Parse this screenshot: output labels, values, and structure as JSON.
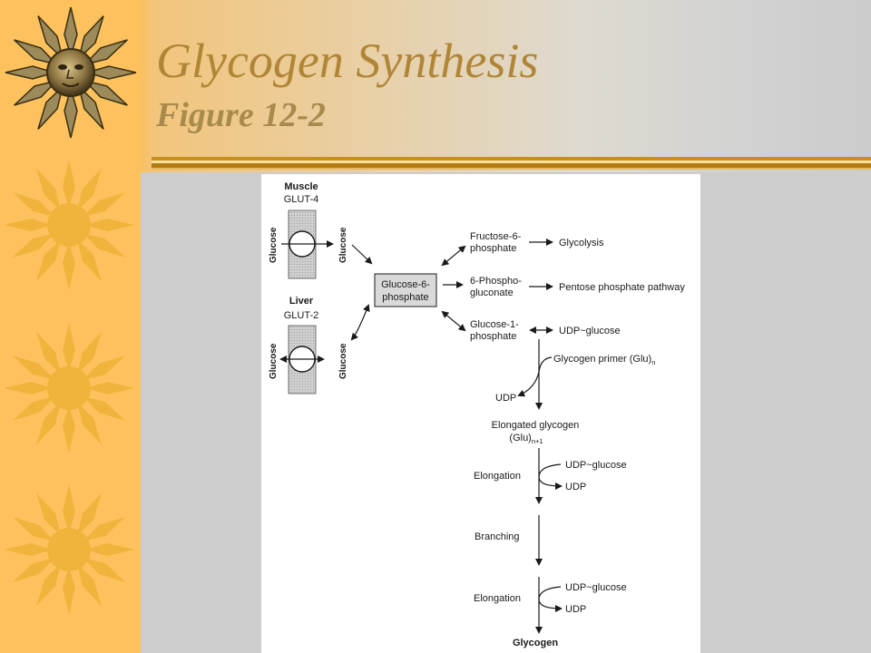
{
  "slide": {
    "title": "Glycogen Synthesis",
    "subtitle": "Figure 12-2"
  },
  "colors": {
    "sidebar": "#fdc25e",
    "sun_yellow": "#f3b53a",
    "title_text": "#b08636",
    "rule_gold": "#c98f1c",
    "figure_bg": "#ffffff"
  },
  "icons": [
    "sun-face-icon",
    "sun-icon"
  ],
  "diagram": {
    "muscle": {
      "label": "Muscle",
      "transporter": "GLUT-4",
      "in": "Glucose",
      "out": "Glucose"
    },
    "liver": {
      "label": "Liver",
      "transporter": "GLUT-2",
      "in": "Glucose",
      "out": "Glucose"
    },
    "hub": {
      "line1": "Glucose-6-",
      "line2": "phosphate"
    },
    "branches": [
      {
        "line1": "Fructose-6-",
        "line2": "phosphate",
        "product": "Glycolysis"
      },
      {
        "line1": "6-Phospho-",
        "line2": "gluconate",
        "product": "Pentose phosphate pathway"
      },
      {
        "line1": "Glucose-1-",
        "line2": "phosphate",
        "product": "UDP~glucose"
      }
    ],
    "primer": {
      "text": "Glycogen primer (Glu)",
      "sub": "n"
    },
    "udp_release": "UDP",
    "elongated": {
      "line1": "Elongated glycogen",
      "line2": "(Glu)",
      "sub": "n+1"
    },
    "steps": [
      {
        "label": "Elongation",
        "in": "UDP~glucose",
        "out": "UDP"
      },
      {
        "label": "Branching"
      },
      {
        "label": "Elongation",
        "in": "UDP~glucose",
        "out": "UDP"
      }
    ],
    "final": "Glycogen"
  }
}
